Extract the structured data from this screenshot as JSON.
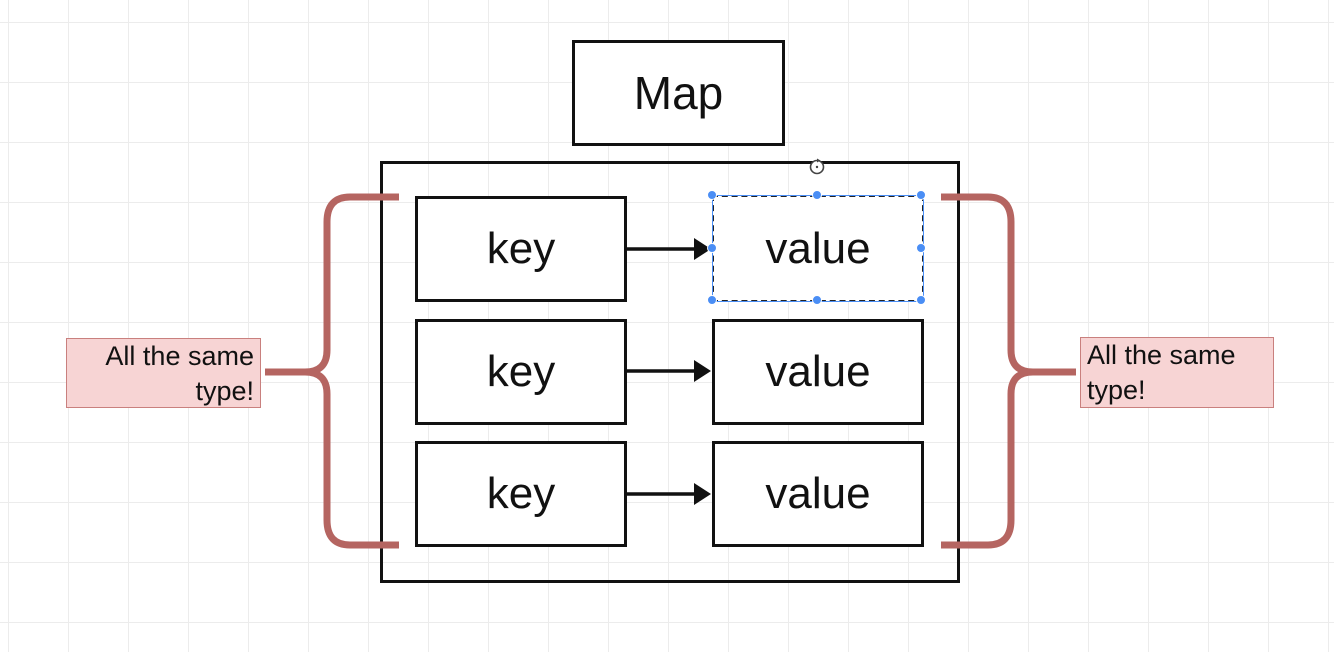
{
  "diagram": {
    "title": "Map",
    "pairs": [
      {
        "key": "key",
        "value": "value"
      },
      {
        "key": "key",
        "value": "value"
      },
      {
        "key": "key",
        "value": "value"
      }
    ],
    "annotations": {
      "left": "All the same type!",
      "right": "All the same type!"
    }
  },
  "colors": {
    "bracket": "#b56561",
    "annotation_fill": "#f7d4d4",
    "annotation_border": "#c9807e",
    "selection": "#4a8ef5",
    "stroke": "#111111"
  }
}
